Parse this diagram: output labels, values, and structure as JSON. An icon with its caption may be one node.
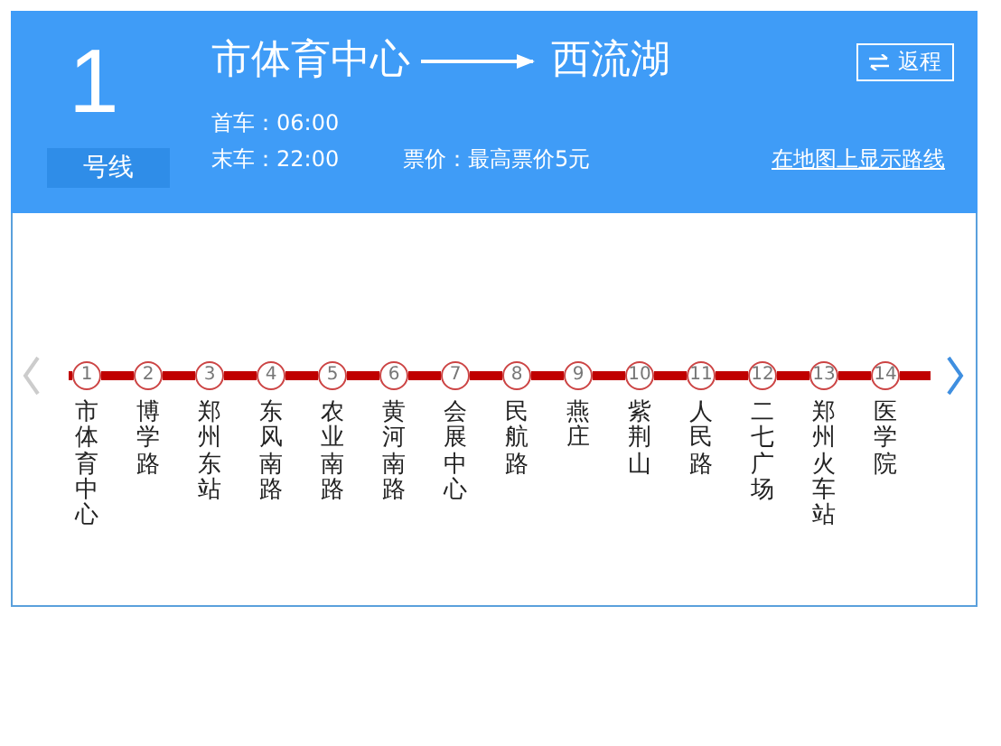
{
  "diagram": {
    "nodes": [
      {
        "text": [
          "市体育中心"
        ]
      },
      {
        "text": [
          "西流湖"
        ]
      },
      {
        "text": [
          "1"
        ],
        "beside": [
          "市体育中心"
        ]
      },
      {
        "text": [
          "2"
        ],
        "beside": [
          "博学路"
        ]
      },
      {
        "text": [
          "3"
        ],
        "beside": [
          "郑州东站"
        ]
      },
      {
        "text": [
          "4"
        ],
        "beside": [
          "东风南路"
        ]
      },
      {
        "text": [
          "5"
        ],
        "beside": [
          "农业南路"
        ]
      },
      {
        "text": [
          "6"
        ],
        "beside": [
          "黄河南路"
        ]
      },
      {
        "text": [
          "7"
        ],
        "beside": [
          "会展中心"
        ]
      },
      {
        "text": [
          "8"
        ],
        "beside": [
          "民航路"
        ]
      },
      {
        "text": [
          "9"
        ],
        "beside": [
          "燕庄"
        ]
      },
      {
        "text": [
          "10"
        ],
        "beside": [
          "紫荆山"
        ]
      },
      {
        "text": [
          "11"
        ],
        "beside": [
          "人民路"
        ]
      },
      {
        "text": [
          "12"
        ],
        "beside": [
          "二七广场"
        ]
      },
      {
        "text": [
          "13"
        ],
        "beside": [
          "郑州火车站"
        ]
      },
      {
        "text": [
          "14"
        ],
        "beside": [
          "医学院"
        ]
      }
    ],
    "edges": [
      {
        "from": 0,
        "to": 1,
        "arrow": "to",
        "color": "#ffffff"
      },
      {
        "from": 2,
        "to": 3,
        "arrow": "none"
      },
      {
        "from": 3,
        "to": 4,
        "arrow": "none"
      },
      {
        "from": 4,
        "to": 5,
        "arrow": "none"
      },
      {
        "from": 5,
        "to": 6,
        "arrow": "none"
      },
      {
        "from": 6,
        "to": 7,
        "arrow": "none"
      },
      {
        "from": 7,
        "to": 8,
        "arrow": "none"
      },
      {
        "from": 8,
        "to": 9,
        "arrow": "none"
      },
      {
        "from": 9,
        "to": 10,
        "arrow": "none"
      },
      {
        "from": 10,
        "to": 11,
        "arrow": "none"
      },
      {
        "from": 11,
        "to": 12,
        "arrow": "none"
      },
      {
        "from": 12,
        "to": 13,
        "arrow": "none"
      },
      {
        "from": 13,
        "to": 14,
        "arrow": "none"
      },
      {
        "from": 14,
        "to": 15,
        "arrow": "none"
      }
    ],
    "labels": [
      "1",
      "号线",
      "首车：06:00",
      "末车：22:00",
      "票价：最高票价5元",
      "返程",
      "在地图上显示路线"
    ]
  }
}
